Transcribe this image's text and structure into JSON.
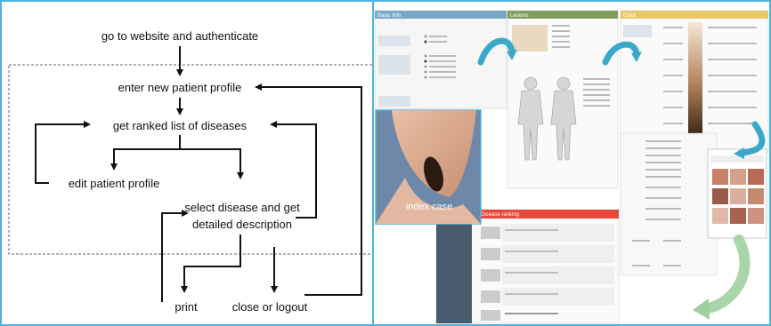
{
  "flowchart": {
    "steps": {
      "start": "go to website and authenticate",
      "enter_profile": "enter new patient profile",
      "ranked_list": "get ranked list of diseases",
      "edit_profile": "edit patient profile",
      "select_disease_line1": "select disease and get",
      "select_disease_line2": "detailed description",
      "print": "print",
      "close": "close or logout"
    }
  },
  "screens": {
    "basic_info_header": "Basic Info",
    "lesions_header": "Lesions",
    "color_header": "Color",
    "disease_ranking_header": "Disease ranking",
    "photo_caption": "index case"
  },
  "colors": {
    "frame": "#4fb3d9",
    "basic_info_bar": "#7aa7c7",
    "lesions_bar": "#7e9d5a",
    "color_bar": "#e8c86a",
    "ranking_bar": "#e8483a",
    "arrow_teal": "#3aa8c8",
    "arrow_green": "#9fd0a0"
  }
}
